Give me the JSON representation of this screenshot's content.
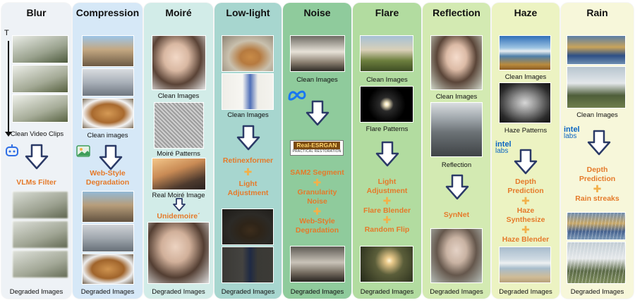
{
  "columns": [
    {
      "title": "Blur",
      "bg": "#eef2f6"
    },
    {
      "title": "Compression",
      "bg": "#d6e8f7"
    },
    {
      "title": "Moiré",
      "bg": "#d2ece8"
    },
    {
      "title": "Low-light",
      "bg": "#a7d6cf"
    },
    {
      "title": "Noise",
      "bg": "#8fcb9c"
    },
    {
      "title": "Flare",
      "bg": "#b2dca0"
    },
    {
      "title": "Reflection",
      "bg": "#d3eab2"
    },
    {
      "title": "Haze",
      "bg": "#ecf3c2"
    },
    {
      "title": "Rain",
      "bg": "#f7f7da"
    }
  ],
  "blur": {
    "t_label": "T",
    "clean_label": "Clean Video Clips",
    "step": "VLMs Filter",
    "degraded_label": "Degraded Images"
  },
  "compression": {
    "clean_label": "Clean images",
    "step": "Web-Style Degradation",
    "degraded_label": "Degraded Images"
  },
  "moire": {
    "clean_label": "Clean Images",
    "pattern_label": "Moiré Patterns",
    "real_label": "Real Moiré Image",
    "step": "Unidemoire´",
    "degraded_label": "Degraded Images"
  },
  "lowlight": {
    "clean_label": "Clean Images",
    "step1": "Retinexformer",
    "step2": "Light Adjustment",
    "degraded_label": "Degraded Images"
  },
  "noise": {
    "clean_label": "Clean Images",
    "logo_title": "Real-ESRGAN",
    "logo_sub": "PRACTICAL RESTORATION",
    "step1": "SAM2 Segment",
    "step2": "Granularity Noise",
    "step3": "Web-Style Degradation",
    "degraded_label": "Degraded Images"
  },
  "flare": {
    "clean_label": "Clean Images",
    "pattern_label": "Flare Patterns",
    "step1": "Light Adjustment",
    "step2": "Flare Blender",
    "step3": "Random Flip",
    "degraded_label": "Degraded Images"
  },
  "reflection": {
    "clean_label": "Clean Images",
    "reflection_label": "Reflection",
    "step": "SynNet",
    "degraded_label": "Degraded Images"
  },
  "haze": {
    "clean_label": "Clean Images",
    "pattern_label": "Haze Patterns",
    "logo_text1": "intel",
    "logo_text2": "labs",
    "step1": "Depth Prediction",
    "step2": "Haze Synthesize",
    "step3": "Haze Blender",
    "degraded_label": "Degraded Images"
  },
  "rain": {
    "clean_label": "Clean Images",
    "logo_text1": "intel",
    "logo_text2": "labs",
    "step1": "Depth Prediction",
    "step2": "Rain streaks",
    "degraded_label": "Degraded Images"
  },
  "colors": {
    "step_orange": "#e57a2a",
    "plus_orange": "#f2b14a",
    "arrow_fill": "#ffffff",
    "arrow_stroke": "#2b3a67"
  }
}
